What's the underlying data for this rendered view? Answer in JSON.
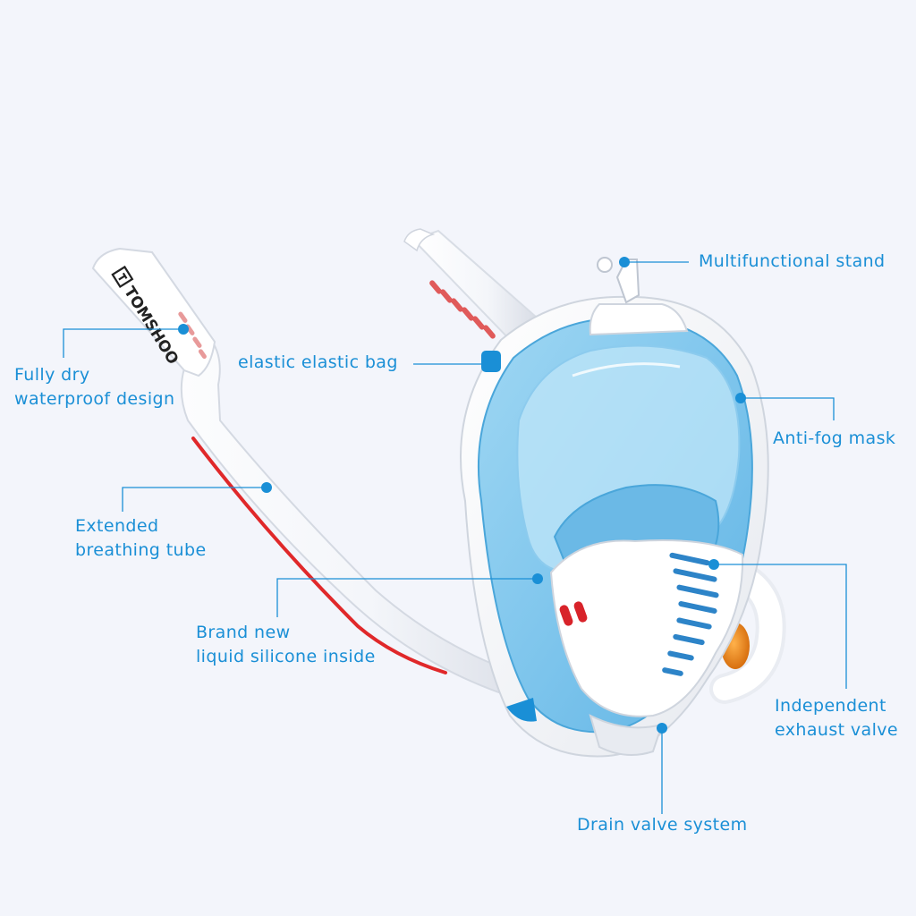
{
  "brand": {
    "logo_text": "TOMSHOO"
  },
  "callouts": [
    {
      "id": "multifunctional-stand",
      "lines": [
        "Multifunctional stand"
      ]
    },
    {
      "id": "elastic-bag",
      "lines": [
        "elastic elastic bag"
      ]
    },
    {
      "id": "fully-dry",
      "lines": [
        "Fully dry",
        "waterproof design"
      ]
    },
    {
      "id": "anti-fog",
      "lines": [
        "Anti-fog mask"
      ]
    },
    {
      "id": "extended-tube",
      "lines": [
        "Extended",
        "breathing tube"
      ]
    },
    {
      "id": "liquid-silicone",
      "lines": [
        "Brand new",
        "liquid silicone inside"
      ]
    },
    {
      "id": "exhaust-valve",
      "lines": [
        "Independent",
        "exhaust valve"
      ]
    },
    {
      "id": "drain-valve",
      "lines": [
        "Drain valve system"
      ]
    }
  ],
  "colors": {
    "accent": "#1a8fd6",
    "background": "#f3f5fb",
    "lens": "#7cc4ec",
    "shell": "#ffffff",
    "tube_stripe": "#e0282a",
    "valve": "#f08a1c"
  }
}
